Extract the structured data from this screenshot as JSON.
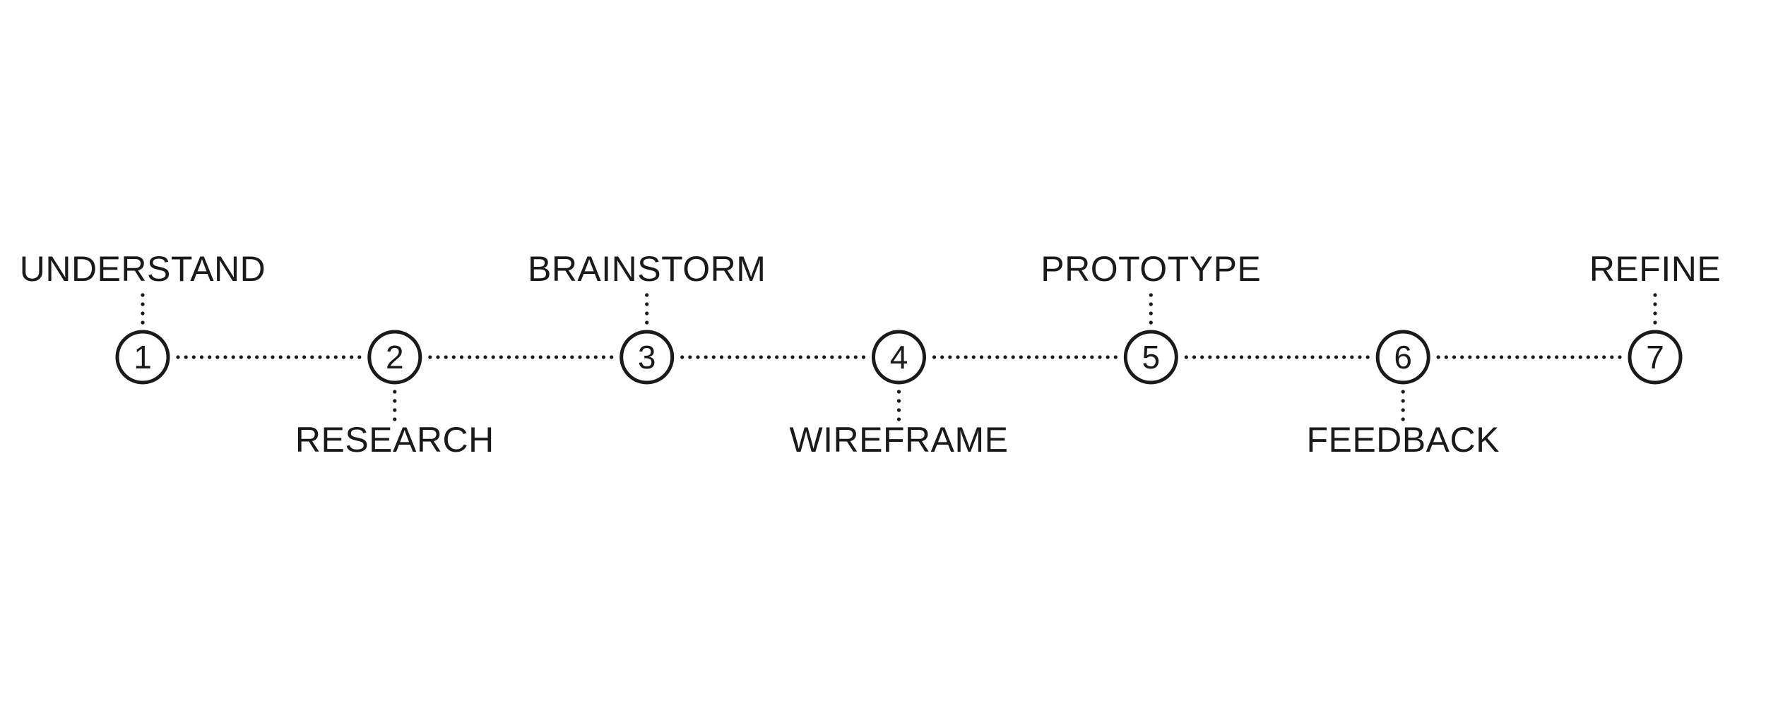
{
  "steps": [
    {
      "number": "1",
      "label": "UNDERSTAND",
      "position": "above"
    },
    {
      "number": "2",
      "label": "RESEARCH",
      "position": "below"
    },
    {
      "number": "3",
      "label": "BRAINSTORM",
      "position": "above"
    },
    {
      "number": "4",
      "label": "WIREFRAME",
      "position": "below"
    },
    {
      "number": "5",
      "label": "PROTOTYPE",
      "position": "above"
    },
    {
      "number": "6",
      "label": "FEEDBACK",
      "position": "below"
    },
    {
      "number": "7",
      "label": "REFINE",
      "position": "above"
    }
  ],
  "colors": {
    "ink": "#1a1a1a",
    "background": "#ffffff"
  }
}
